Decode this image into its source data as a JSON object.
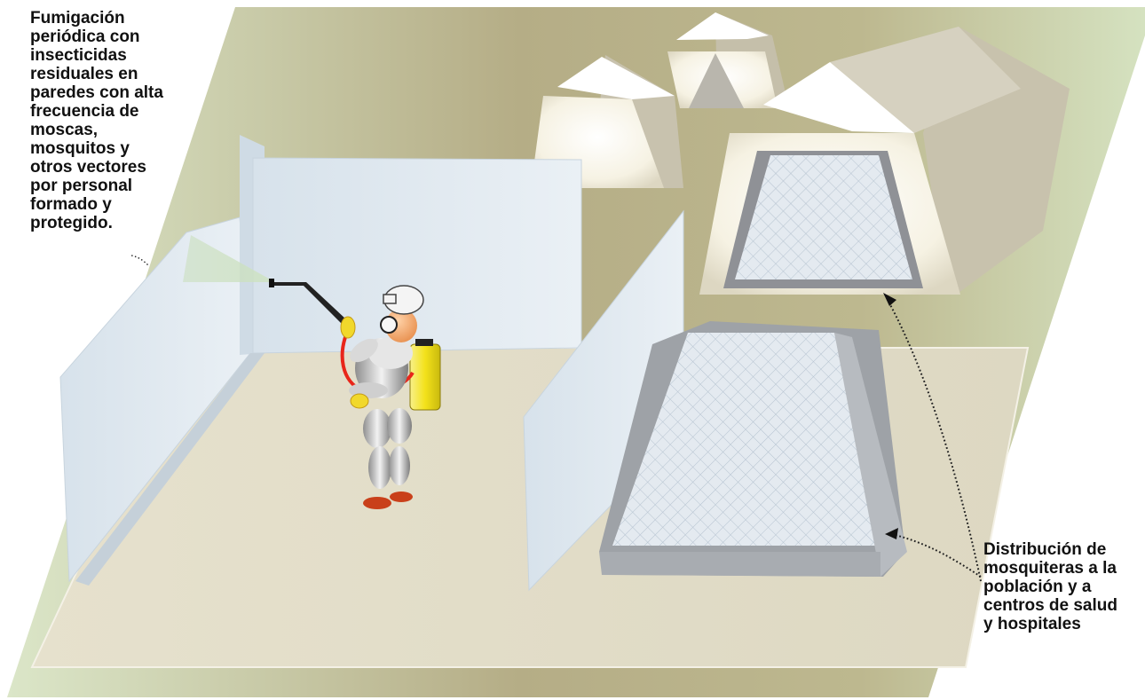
{
  "callouts": {
    "fumigation": {
      "lines": [
        "Fumigación",
        "periódica con",
        "insecticidas",
        "residuales en",
        "paredes con alta",
        "frecuencia de",
        "moscas,",
        "mosquitos y",
        "otros vectores",
        "por personal",
        "formado y",
        "protegido."
      ]
    },
    "nets": {
      "lines": [
        "Distribución de",
        "mosquiteras a la",
        "población y a",
        "centros de salud",
        "y hospitales"
      ]
    }
  },
  "colors": {
    "ground_light": "#d8e3c4",
    "ground_dark": "#b3aa82",
    "floor": "#e3ddc8",
    "wall": "#dde6ee",
    "tent": "#f8f5ea",
    "tent_roof": "#cbc5b3",
    "skin": "#f2a66c",
    "tank": "#f4e420",
    "hose": "#e8261a",
    "shoe": "#c9401a"
  }
}
